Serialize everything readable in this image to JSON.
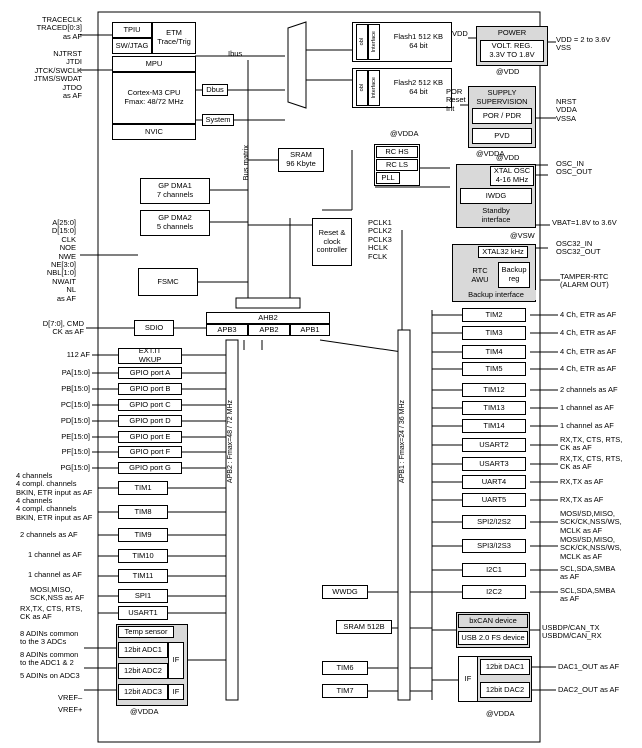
{
  "left_signals": {
    "trace": "TRACECLK\nTRACED[0:3]\nas AF",
    "jtag": "NJTRST\nJTDI\nJTCK/SWCLK\nJTMS/SWDAT\nJTDO\nas AF",
    "fsmc": "A[25:0]\nD[15:0]\nCLK\nNOE\nNWE\nNE[3:0]\nNBL[1:0]\nNWAIT\nNL\nas AF",
    "sdio": "D[7:0], CMD\nCK as AF",
    "exti": "112 AF",
    "pa": "PA[15:0]",
    "pb": "PB[15:0]",
    "pc": "PC[15:0]",
    "pd": "PD[15:0]",
    "pe": "PE[15:0]",
    "pf": "PF[15:0]",
    "pg": "PG[15:0]",
    "tim1": "4 channels\n4 compl. channels\nBKIN, ETR input as AF",
    "tim8": "4 channels\n4 compl. channels\nBKIN, ETR input as AF",
    "tim9": "2 channels  as AF",
    "tim10": "1 channel  as AF",
    "tim11": "1 channel  as AF",
    "spi1": "MOSI,MISO,\nSCK,NSS as AF",
    "usart1": "RX,TX, CTS, RTS,\nCK as AF",
    "adc12": "8 ADINs common\nto the 3 ADCs",
    "adc3a": "8 ADINs common\nto the ADC1 & 2",
    "adc3b": "5 ADINs on ADC3",
    "vref_minus": "VREF–",
    "vref_plus": "VREF+"
  },
  "core": {
    "tpiu": "TPIU",
    "etm": "ETM\nTrace/Trig",
    "swjtag": "SW/JTAG",
    "mpu": "MPU",
    "cpu": "Cortex-M3 CPU",
    "fmax": "Fmax: 48/72 MHz",
    "nvic": "NVIC",
    "ibus": "Ibus",
    "dbus": "Dbus",
    "system": "System",
    "bus_matrix": "Bus matrix"
  },
  "flash": {
    "flash1": "Flash1 512 KB\n64 bit",
    "flash2": "Flash2 512 KB\n64 bit",
    "obl": "obl",
    "interface": "Interface"
  },
  "memory": {
    "sram": "SRAM\n96 Kbyte",
    "gpdma1": "GP DMA1\n7 channels",
    "gpdma2": "GP DMA2\n5 channels",
    "fsmc": "FSMC",
    "sdio": "SDIO"
  },
  "reset": {
    "block": "Reset &\nclock\ncontroller",
    "clocks": "PCLK1\nPCLK2\nPCLK3\nHCLK\nFCLK"
  },
  "osc": {
    "rc_hs": "RC HS",
    "rc_ls": "RC LS",
    "pll": "PLL",
    "vdda": "@VDDA",
    "vdd": "@VDD",
    "xtal": "XTAL OSC\n4-16 MHz",
    "iwdg": "IWDG",
    "standby": "Standby\ninterface",
    "vsw": "@VSW",
    "osc_pins": "OSC_IN\nOSC_OUT"
  },
  "power": {
    "vdd_label": "VDD",
    "title": "POWER",
    "reg": "VOLT. REG.\n3.3V TO 1.8V",
    "vdd_at": "@VDD",
    "range": "VDD = 2 to 3.6V\nVSS",
    "supply_title": "SUPPLY\nSUPERVISION",
    "por": "POR / PDR",
    "pvd": "PVD",
    "vdda_at": "@VDDA",
    "por_reset": "POR\nReset\nInt",
    "pins": "NRST\nVDDA\nVSSA"
  },
  "rtc": {
    "vbat": "VBAT=1.8V to 3.6V",
    "xtal32": "XTAL32 kHz",
    "rtc": "RTC\nAWU",
    "backup_reg": "Backup\nreg",
    "backup_if": "Backup interface",
    "osc32": "OSC32_IN\nOSC32_OUT",
    "tamper": "TAMPER-RTC\n(ALARM OUT)"
  },
  "bridges": {
    "ahb2": "AHB2",
    "apb3": "APB3",
    "apb2": "APB2",
    "apb1": "APB1",
    "apb2_label": "APB2 : Fmax=48 / 72 MHz",
    "apb1_label": "APB1 : Fmax=24 / 36 MHz"
  },
  "apb2_periph": [
    "EXT.IT\nWKUP",
    "GPIO port A",
    "GPIO port B",
    "GPIO port C",
    "GPIO port D",
    "GPIO port E",
    "GPIO port F",
    "GPIO port G",
    "TIM1",
    "TIM8",
    "TIM9",
    "TIM10",
    "TIM11",
    "SPI1",
    "USART1"
  ],
  "adc": {
    "temp": "Temp sensor",
    "adc1": "12bit ADC1",
    "adc2": "12bit ADC2",
    "adc3": "12bit ADC3",
    "if": "IF",
    "vdda": "@VDDA"
  },
  "apb1_periph": [
    "TIM2",
    "TIM3",
    "TIM4",
    "TIM5",
    "TIM12",
    "TIM13",
    "TIM14",
    "USART2",
    "USART3",
    "UART4",
    "UART5",
    "SPI2/I2S2",
    "SPI3/I2S3",
    "I2C1",
    "I2C2"
  ],
  "apb1_signals": [
    "4 Ch, ETR as AF",
    "4 Ch, ETR as AF",
    "4 Ch, ETR as AF",
    "4 Ch, ETR as AF",
    "2 channels as AF",
    "1 channel as AF",
    "1 channel as AF",
    "RX,TX, CTS, RTS,\nCK  as AF",
    "RX,TX, CTS, RTS,\nCK  as AF",
    "RX,TX as AF",
    "RX,TX as AF",
    "MOSI/SD,MISO,\nSCK/CK,NSS/WS,\nMCLK as AF",
    "MOSI/SD,MISO,\nSCK/CK,NSS/WS,\nMCLK as AF",
    "SCL,SDA,SMBA\nas AF",
    "SCL,SDA,SMBA\nas AF"
  ],
  "misc": {
    "wwdg": "WWDG",
    "sram512": "SRAM 512B",
    "bxcan": "bxCAN device",
    "usb": "USB 2.0 FS device",
    "usb_pins": "USBDP/CAN_TX\nUSBDM/CAN_RX",
    "tim6": "TIM6",
    "tim7": "TIM7",
    "dac_if": "IF",
    "dac1": "12bit DAC1",
    "dac2": "12bit DAC2",
    "dac1_out": "DAC1_OUT as AF",
    "dac2_out": "DAC2_OUT as AF",
    "vdda": "@VDDA"
  }
}
